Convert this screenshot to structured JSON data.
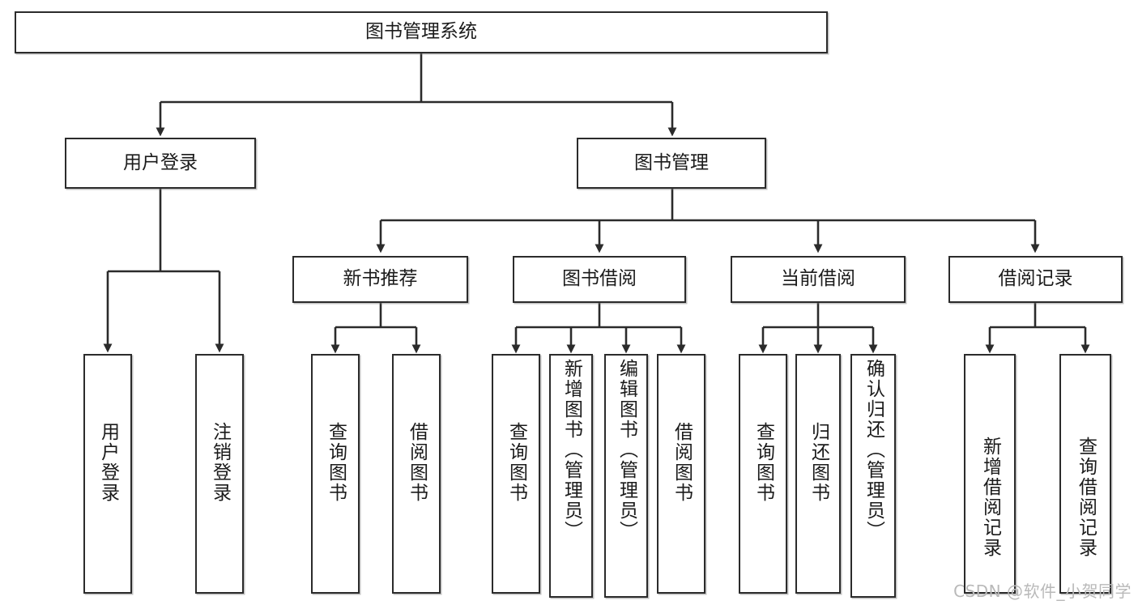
{
  "diagram": {
    "type": "tree",
    "title": "图书管理系统",
    "root": {
      "label": "图书管理系统"
    },
    "level2": [
      {
        "label": "用户登录"
      },
      {
        "label": "图书管理"
      }
    ],
    "level3": [
      {
        "label": "新书推荐"
      },
      {
        "label": "图书借阅"
      },
      {
        "label": "当前借阅"
      },
      {
        "label": "借阅记录"
      }
    ],
    "leaves": {
      "user_login": [
        {
          "label": "用户登录"
        },
        {
          "label": "注销登录"
        }
      ],
      "new_book_recommend": [
        {
          "label": "查询图书"
        },
        {
          "label": "借阅图书"
        }
      ],
      "book_borrow": [
        {
          "label": "查询图书"
        },
        {
          "label": "新增图书（管理员）"
        },
        {
          "label": "编辑图书（管理员）"
        },
        {
          "label": "借阅图书"
        }
      ],
      "current_borrow": [
        {
          "label": "查询图书"
        },
        {
          "label": "归还图书"
        },
        {
          "label": "确认归还（管理员）"
        }
      ],
      "borrow_record": [
        {
          "label": "新增借阅记录"
        },
        {
          "label": "查询借阅记录"
        }
      ]
    }
  },
  "watermark": {
    "text": "CSDN @软件_小贺同学"
  },
  "colors": {
    "stroke": "#2b2b2b",
    "background": "#ffffff",
    "watermark": "#b9b9b9"
  }
}
